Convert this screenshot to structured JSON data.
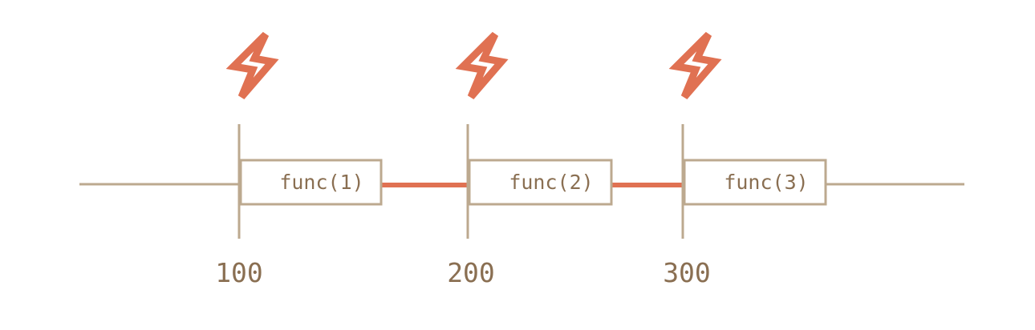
{
  "diagram": {
    "type": "timeline",
    "description": "Calls triggered at times 100, 200, 300; each call runs func(n); gaps between calls highlighted",
    "colors": {
      "line": "#BCA98F",
      "highlight": "#E07152",
      "text": "#8A6F52",
      "icon": "#E07152"
    },
    "events": [
      {
        "time": 100,
        "time_label": "100",
        "call_label": "func(1)",
        "icon": "lightning-icon"
      },
      {
        "time": 200,
        "time_label": "200",
        "call_label": "func(2)",
        "icon": "lightning-icon"
      },
      {
        "time": 300,
        "time_label": "300",
        "call_label": "func(3)",
        "icon": "lightning-icon"
      }
    ],
    "highlighted_gaps": [
      {
        "from_event": 0,
        "to_event": 1
      },
      {
        "from_event": 1,
        "to_event": 2
      }
    ]
  }
}
